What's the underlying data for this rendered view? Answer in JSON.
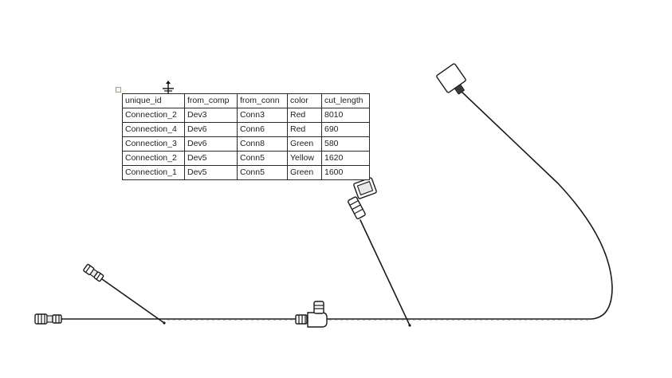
{
  "table": {
    "columns": [
      "unique_id",
      "from_comp",
      "from_conn",
      "color",
      "cut_length"
    ],
    "rows": [
      [
        "Connection_2",
        "Dev3",
        "Conn3",
        "Red",
        "8010"
      ],
      [
        "Connection_4",
        "Dev6",
        "Conn6",
        "Red",
        "690"
      ],
      [
        "Connection_3",
        "Dev6",
        "Conn8",
        "Green",
        "580"
      ],
      [
        "Connection_2",
        "Dev5",
        "Conn5",
        "Yellow",
        "1620"
      ],
      [
        "Connection_1",
        "Dev5",
        "Conn5",
        "Green",
        "1600"
      ]
    ]
  },
  "colors": {
    "wire": "#1a1a1a",
    "anchor_handle": "#e0952c",
    "background": "#ffffff"
  },
  "icons": {
    "anchor": "anchor-handle-icon",
    "cursor": "move-cursor-icon"
  }
}
